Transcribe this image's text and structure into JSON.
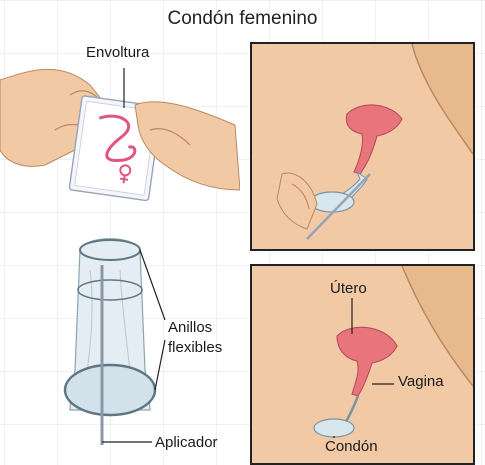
{
  "title": "Condón femenino",
  "labels": {
    "wrapper": "Envoltura",
    "rings": "Anillos\nflexibles",
    "applicator": "Aplicador",
    "uterus": "Útero",
    "vagina": "Vagina",
    "condom": "Condón"
  },
  "colors": {
    "skin": "#f2c9a5",
    "skin_shadow": "#e0a77d",
    "panel_bg": "#e9b98e",
    "uterus": "#e8747c",
    "condom": "#d8e7ee",
    "symbol": "#e0577d"
  }
}
